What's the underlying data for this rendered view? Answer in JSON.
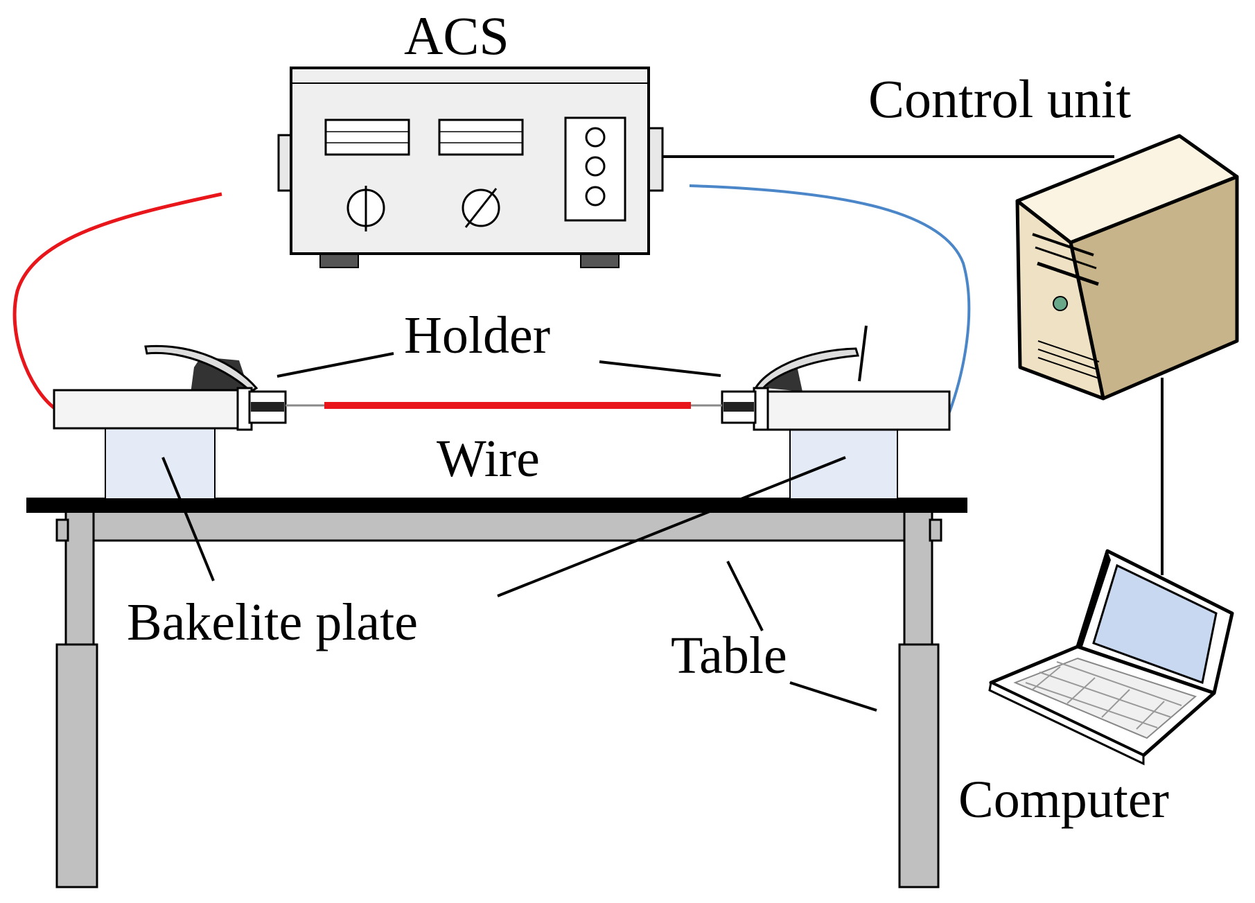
{
  "labels": {
    "acs": "ACS",
    "control_unit": "Control unit",
    "holder": "Holder",
    "wire": "Wire",
    "bakelite_plate": "Bakelite plate",
    "table": "Table",
    "computer": "Computer"
  },
  "colors": {
    "left_cable": "#e8161b",
    "right_cable": "#4a86c8",
    "wire": "#e8161b",
    "tower_body": "#efe2c4",
    "tower_side": "#c8b48a",
    "laptop_screen": "#c8d8f0",
    "bakelite": "#e4ebf6",
    "table_frame": "#c0c0c0",
    "table_top": "#000000"
  }
}
